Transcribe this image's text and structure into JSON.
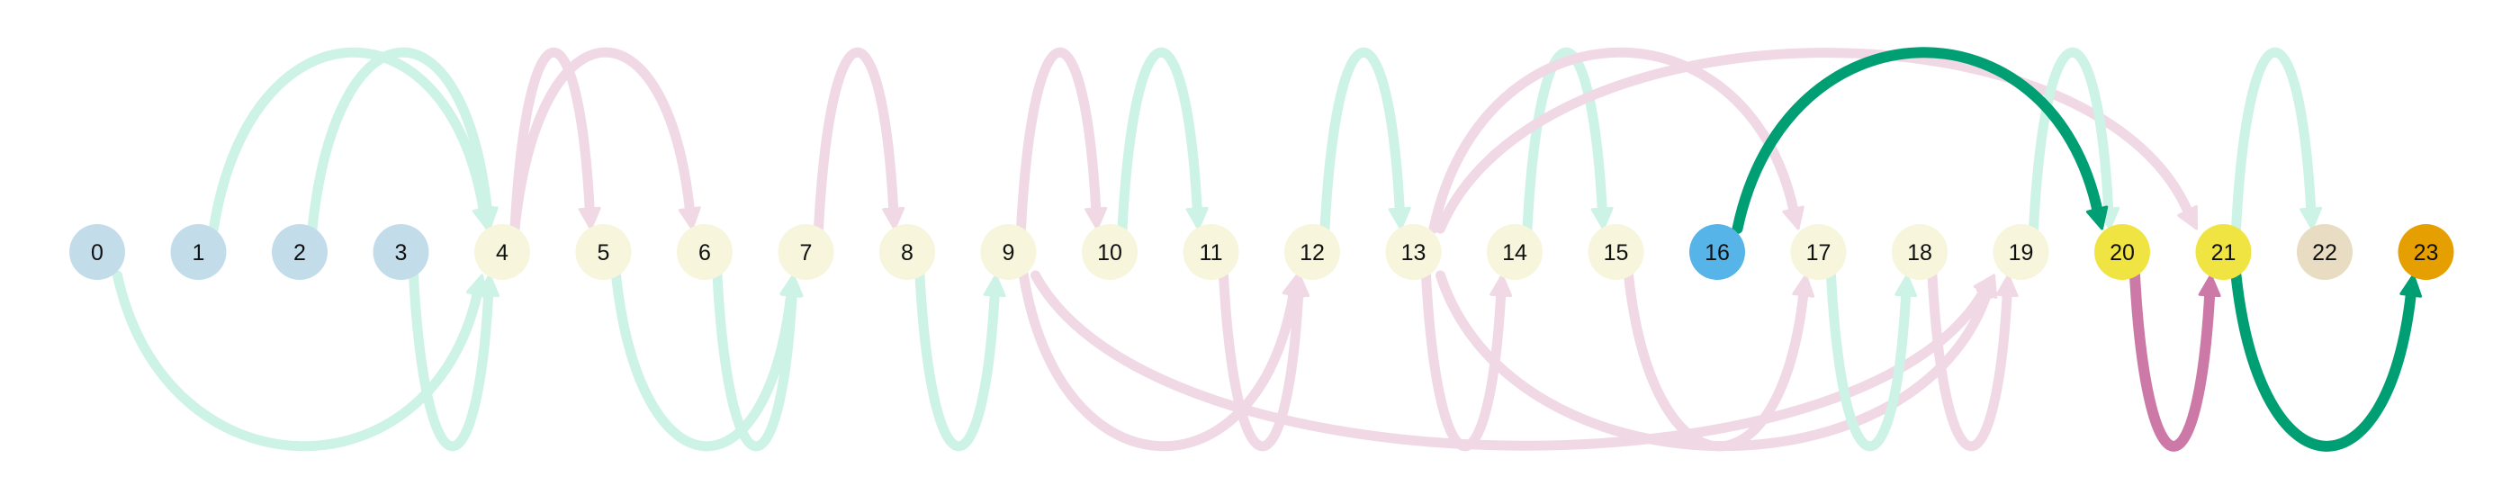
{
  "colors": {
    "background": "#ffffff",
    "node_blue": "#c3dcea",
    "node_cream": "#f7f5dc",
    "node_sky": "#56b4e9",
    "node_yellow": "#f0e442",
    "node_tan": "#e8dcc2",
    "node_orange": "#e69f00",
    "edge_green_light": "#cdf2e6",
    "edge_pink_light": "#f0d8e4",
    "edge_green_dark": "#009e73",
    "edge_pink_dark": "#cc79a7",
    "label_text": "#111111"
  },
  "nodes": [
    {
      "id": "0",
      "label": "0",
      "color": "node_blue"
    },
    {
      "id": "1",
      "label": "1",
      "color": "node_blue"
    },
    {
      "id": "2",
      "label": "2",
      "color": "node_blue"
    },
    {
      "id": "3",
      "label": "3",
      "color": "node_blue"
    },
    {
      "id": "4",
      "label": "4",
      "color": "node_cream"
    },
    {
      "id": "5",
      "label": "5",
      "color": "node_cream"
    },
    {
      "id": "6",
      "label": "6",
      "color": "node_cream"
    },
    {
      "id": "7",
      "label": "7",
      "color": "node_cream"
    },
    {
      "id": "8",
      "label": "8",
      "color": "node_cream"
    },
    {
      "id": "9",
      "label": "9",
      "color": "node_cream"
    },
    {
      "id": "10",
      "label": "10",
      "color": "node_cream"
    },
    {
      "id": "11",
      "label": "11",
      "color": "node_cream"
    },
    {
      "id": "12",
      "label": "12",
      "color": "node_cream"
    },
    {
      "id": "13",
      "label": "13",
      "color": "node_cream"
    },
    {
      "id": "14",
      "label": "14",
      "color": "node_cream"
    },
    {
      "id": "15",
      "label": "15",
      "color": "node_cream"
    },
    {
      "id": "16",
      "label": "16",
      "color": "node_sky"
    },
    {
      "id": "17",
      "label": "17",
      "color": "node_cream"
    },
    {
      "id": "18",
      "label": "18",
      "color": "node_cream"
    },
    {
      "id": "19",
      "label": "19",
      "color": "node_cream"
    },
    {
      "id": "20",
      "label": "20",
      "color": "node_yellow"
    },
    {
      "id": "21",
      "label": "21",
      "color": "node_yellow"
    },
    {
      "id": "22",
      "label": "22",
      "color": "node_tan"
    },
    {
      "id": "23",
      "label": "23",
      "color": "node_orange"
    }
  ],
  "edges": [
    {
      "from": 1,
      "to": 4,
      "side": "above",
      "color": "edge_green_light"
    },
    {
      "from": 2,
      "to": 4,
      "side": "above",
      "color": "edge_green_light"
    },
    {
      "from": 4,
      "to": 5,
      "side": "above",
      "color": "edge_pink_light"
    },
    {
      "from": 4,
      "to": 6,
      "side": "above",
      "color": "edge_pink_light"
    },
    {
      "from": 7,
      "to": 8,
      "side": "above",
      "color": "edge_pink_light"
    },
    {
      "from": 9,
      "to": 10,
      "side": "above",
      "color": "edge_pink_light"
    },
    {
      "from": 10,
      "to": 11,
      "side": "above",
      "color": "edge_green_light"
    },
    {
      "from": 12,
      "to": 13,
      "side": "above",
      "color": "edge_green_light"
    },
    {
      "from": 14,
      "to": 15,
      "side": "above",
      "color": "edge_green_light"
    },
    {
      "from": 13,
      "to": 17,
      "side": "above",
      "color": "edge_pink_light"
    },
    {
      "from": 13,
      "to": 21,
      "side": "above",
      "color": "edge_pink_light"
    },
    {
      "from": 19,
      "to": 20,
      "side": "above",
      "color": "edge_green_light"
    },
    {
      "from": 21,
      "to": 22,
      "side": "above",
      "color": "edge_green_light"
    },
    {
      "from": 16,
      "to": 20,
      "side": "above",
      "color": "edge_green_dark"
    },
    {
      "from": 0,
      "to": 4,
      "side": "below",
      "color": "edge_green_light"
    },
    {
      "from": 3,
      "to": 4,
      "side": "below",
      "color": "edge_green_light"
    },
    {
      "from": 5,
      "to": 7,
      "side": "below",
      "color": "edge_green_light"
    },
    {
      "from": 6,
      "to": 7,
      "side": "below",
      "color": "edge_green_light"
    },
    {
      "from": 8,
      "to": 9,
      "side": "below",
      "color": "edge_green_light"
    },
    {
      "from": 9,
      "to": 12,
      "side": "below",
      "color": "edge_pink_light"
    },
    {
      "from": 11,
      "to": 12,
      "side": "below",
      "color": "edge_pink_light"
    },
    {
      "from": 9,
      "to": 19,
      "side": "below",
      "color": "edge_pink_light"
    },
    {
      "from": 13,
      "to": 14,
      "side": "below",
      "color": "edge_pink_light"
    },
    {
      "from": 13,
      "to": 19,
      "side": "below",
      "color": "edge_pink_light"
    },
    {
      "from": 15,
      "to": 17,
      "side": "below",
      "color": "edge_pink_light"
    },
    {
      "from": 17,
      "to": 18,
      "side": "below",
      "color": "edge_green_light"
    },
    {
      "from": 18,
      "to": 19,
      "side": "below",
      "color": "edge_pink_light"
    },
    {
      "from": 20,
      "to": 21,
      "side": "below",
      "color": "edge_pink_dark"
    },
    {
      "from": 21,
      "to": 23,
      "side": "below",
      "color": "edge_green_dark"
    }
  ]
}
